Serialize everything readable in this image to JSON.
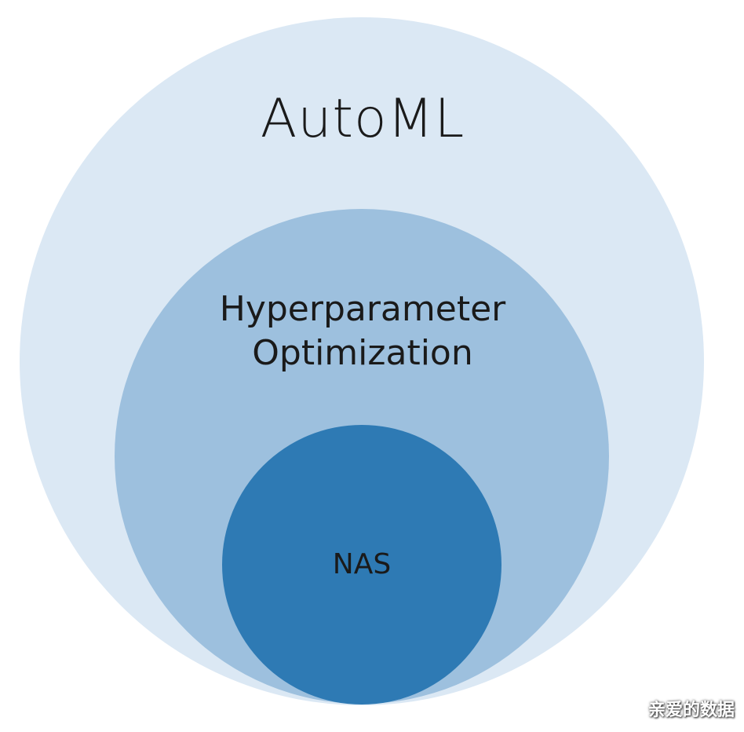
{
  "diagram": {
    "outer_circle": {
      "label": "AutoML",
      "color": "#dbe8f4"
    },
    "middle_circle": {
      "label_line1": "Hyperparameter",
      "label_line2": "Optimization",
      "color": "#9dc0de"
    },
    "inner_circle": {
      "label": "NAS",
      "color": "#2e7ab4"
    }
  },
  "watermark": {
    "text": "亲爱的数据"
  }
}
